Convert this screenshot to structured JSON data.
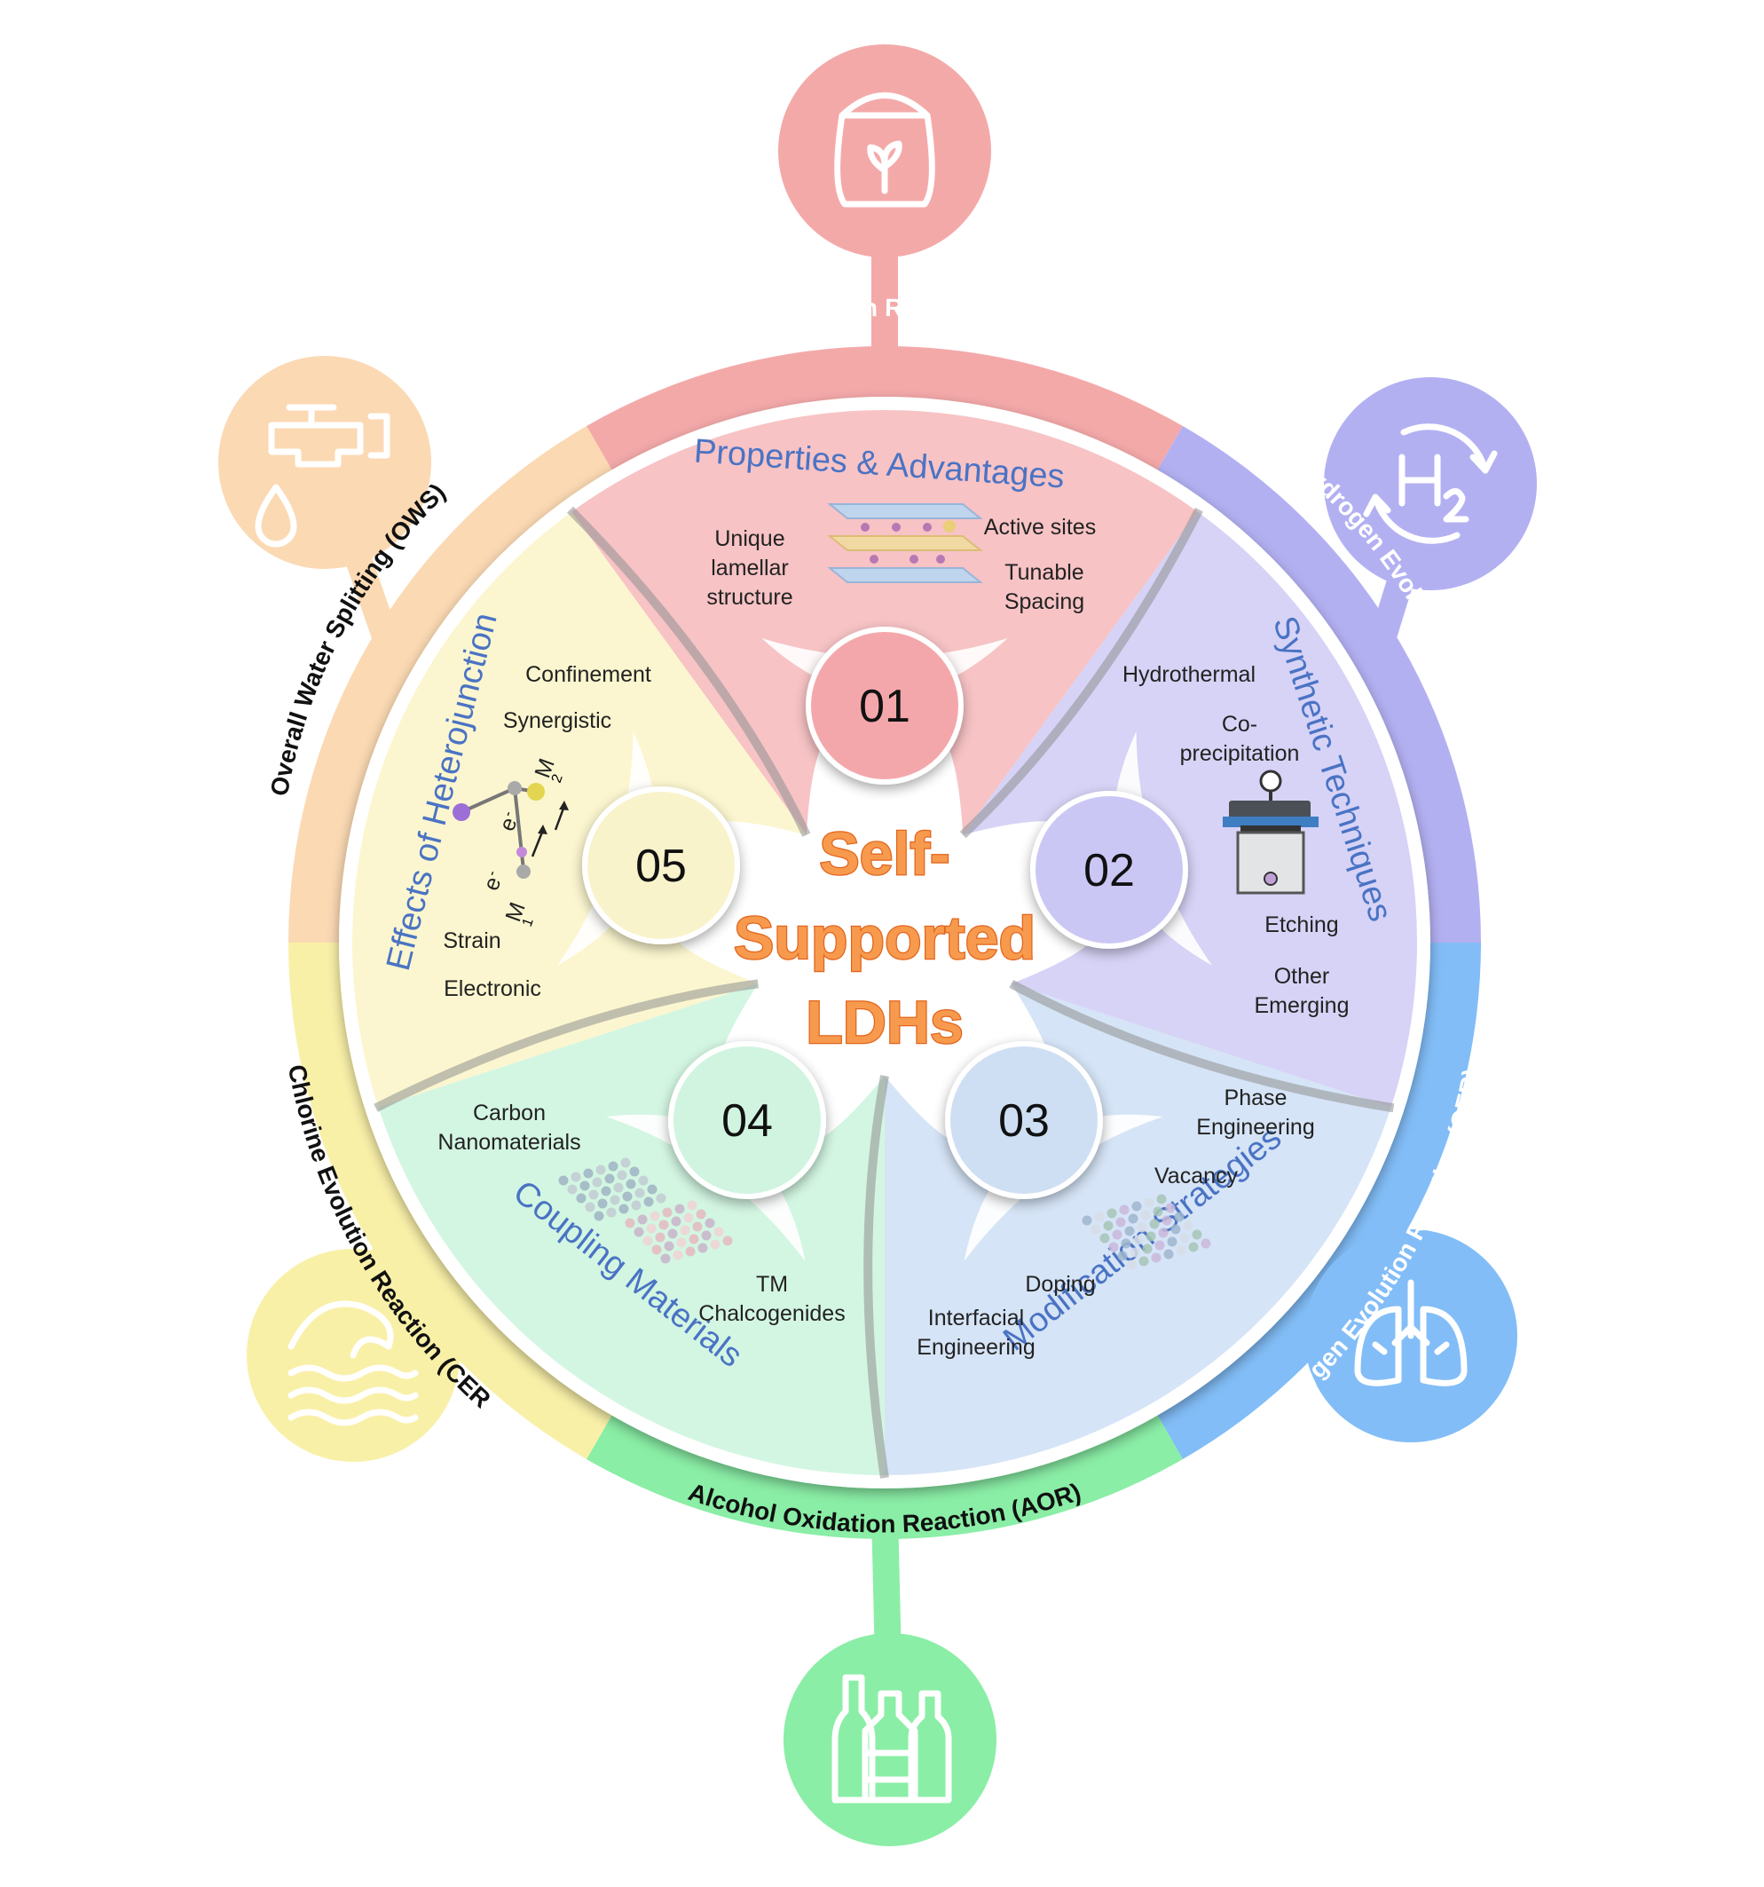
{
  "center": {
    "title_lines": [
      "Self-",
      "Supported",
      "LDHs"
    ]
  },
  "ring": [
    {
      "label": "Urea Oxidation Reaction (UOR)",
      "color": "#f4a9a9",
      "text_color": "#ffffff",
      "icon": "fertilizer-bag-icon"
    },
    {
      "label": "Hydrogen Evolution Reaction (HER)",
      "color": "#b3b0f2",
      "text_color": "#ffffff",
      "icon": "hydrogen-cycle-icon"
    },
    {
      "label": "Oxygen Evolution Reaction (OER)",
      "color": "#82bdf7",
      "text_color": "#ffffff",
      "icon": "lungs-icon"
    },
    {
      "label": "Alcohol Oxidation Reaction (AOR)",
      "color": "#8aeea6",
      "text_color": "#111111",
      "icon": "bottles-icon"
    },
    {
      "label": "Chlorine Evolution Reaction (CER)",
      "color": "#f9f0a8",
      "text_color": "#111111",
      "icon": "sea-wave-icon"
    },
    {
      "label": "Overall Water Splitting (OWS)",
      "color": "#fbd9b3",
      "text_color": "#111111",
      "icon": "water-tap-icon"
    }
  ],
  "sectors": [
    {
      "number": "01",
      "title": "Properties & Advantages",
      "color": "#f7c3c5",
      "badge": "#f4a7ab",
      "items": [
        "Unique",
        "lamellar",
        "structure",
        "Active sites",
        "Tunable",
        "Spacing"
      ]
    },
    {
      "number": "02",
      "title": "Synthetic Techniques",
      "color": "#d6d3f6",
      "badge": "#cbc7f5",
      "items": [
        "Hydrothermal",
        "Co-",
        "precipitation",
        "Etching",
        "Other",
        "Emerging"
      ]
    },
    {
      "number": "03",
      "title": "Modification Strategies",
      "color": "#d5e4f6",
      "badge": "#cfdff3",
      "items": [
        "Phase",
        "Engineering",
        "Vacancy",
        "Doping",
        "Interfacial",
        "Engineering"
      ]
    },
    {
      "number": "04",
      "title": "Coupling Materials",
      "color": "#d3f6e2",
      "badge": "#d0f4e0",
      "items": [
        "Carbon",
        "Nanomaterials",
        "TM",
        "Chalcogenides"
      ]
    },
    {
      "number": "05",
      "title": "Effects of Heterojunction",
      "color": "#fbf6cf",
      "badge": "#f9f3cc",
      "items": [
        "Confinement",
        "Synergistic",
        "Strain",
        "Electronic"
      ],
      "diagram_labels": [
        "M",
        "2",
        "M",
        "1",
        "e",
        "-",
        "e",
        "-"
      ]
    }
  ]
}
